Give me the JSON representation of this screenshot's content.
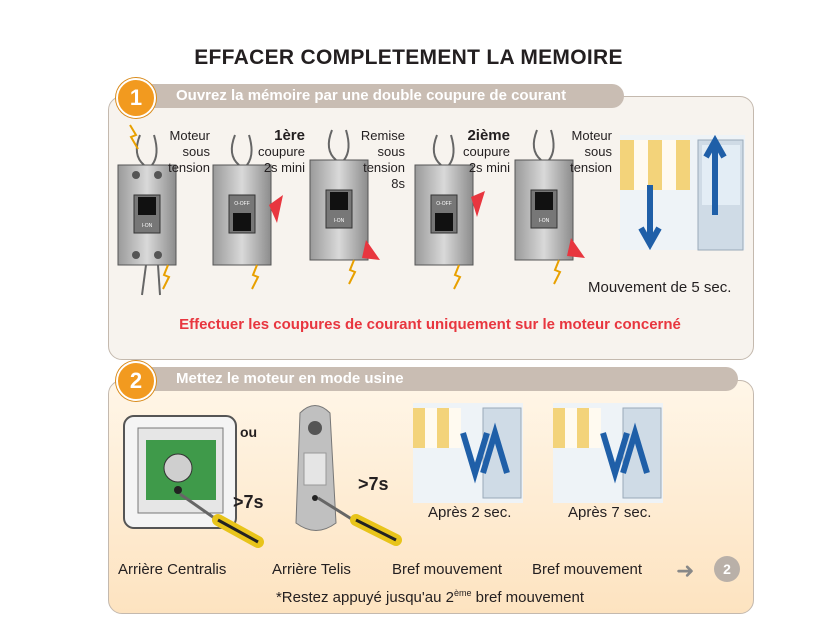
{
  "title": "EFFACER COMPLETEMENT LA MEMOIRE",
  "step1": {
    "number": "1",
    "header": "Ouvrez la mémoire par une double coupure de courant",
    "labels": {
      "l1": [
        "Moteur",
        "sous",
        "tension"
      ],
      "l2_bold": "1ère",
      "l2": [
        "coupure",
        "2s mini"
      ],
      "l3": [
        "Remise",
        "sous",
        "tension",
        "8s"
      ],
      "l4_bold": "2ième",
      "l4": [
        "coupure",
        "2s mini"
      ],
      "l5": [
        "Moteur",
        "sous",
        "tension"
      ]
    },
    "breaker_text_on": "I-ON",
    "breaker_text_off": "O-OFF",
    "movement_caption": "Mouvement de 5 sec.",
    "warning": "Effectuer les coupures de courant uniquement sur le moteur concerné"
  },
  "step2": {
    "number": "2",
    "header": "Mettez le moteur en mode usine",
    "ou": "ou",
    "gt7s_a": ">7s",
    "gt7s_b": ">7s",
    "apres2": "Après 2 sec.",
    "apres7": "Après 7 sec.",
    "captions": [
      "Arrière Centralis",
      "Arrière Telis",
      "Bref mouvement",
      "Bref mouvement"
    ],
    "next_step": "2",
    "footnote_pre": "*Restez appuyé jusqu'au 2",
    "footnote_sup": "ème",
    "footnote_post": " bref mouvement"
  },
  "colors": {
    "orange": "#f29a1f",
    "red": "#e8363f",
    "blue": "#1f5fa8",
    "bar_gray": "#c9bdb3"
  }
}
